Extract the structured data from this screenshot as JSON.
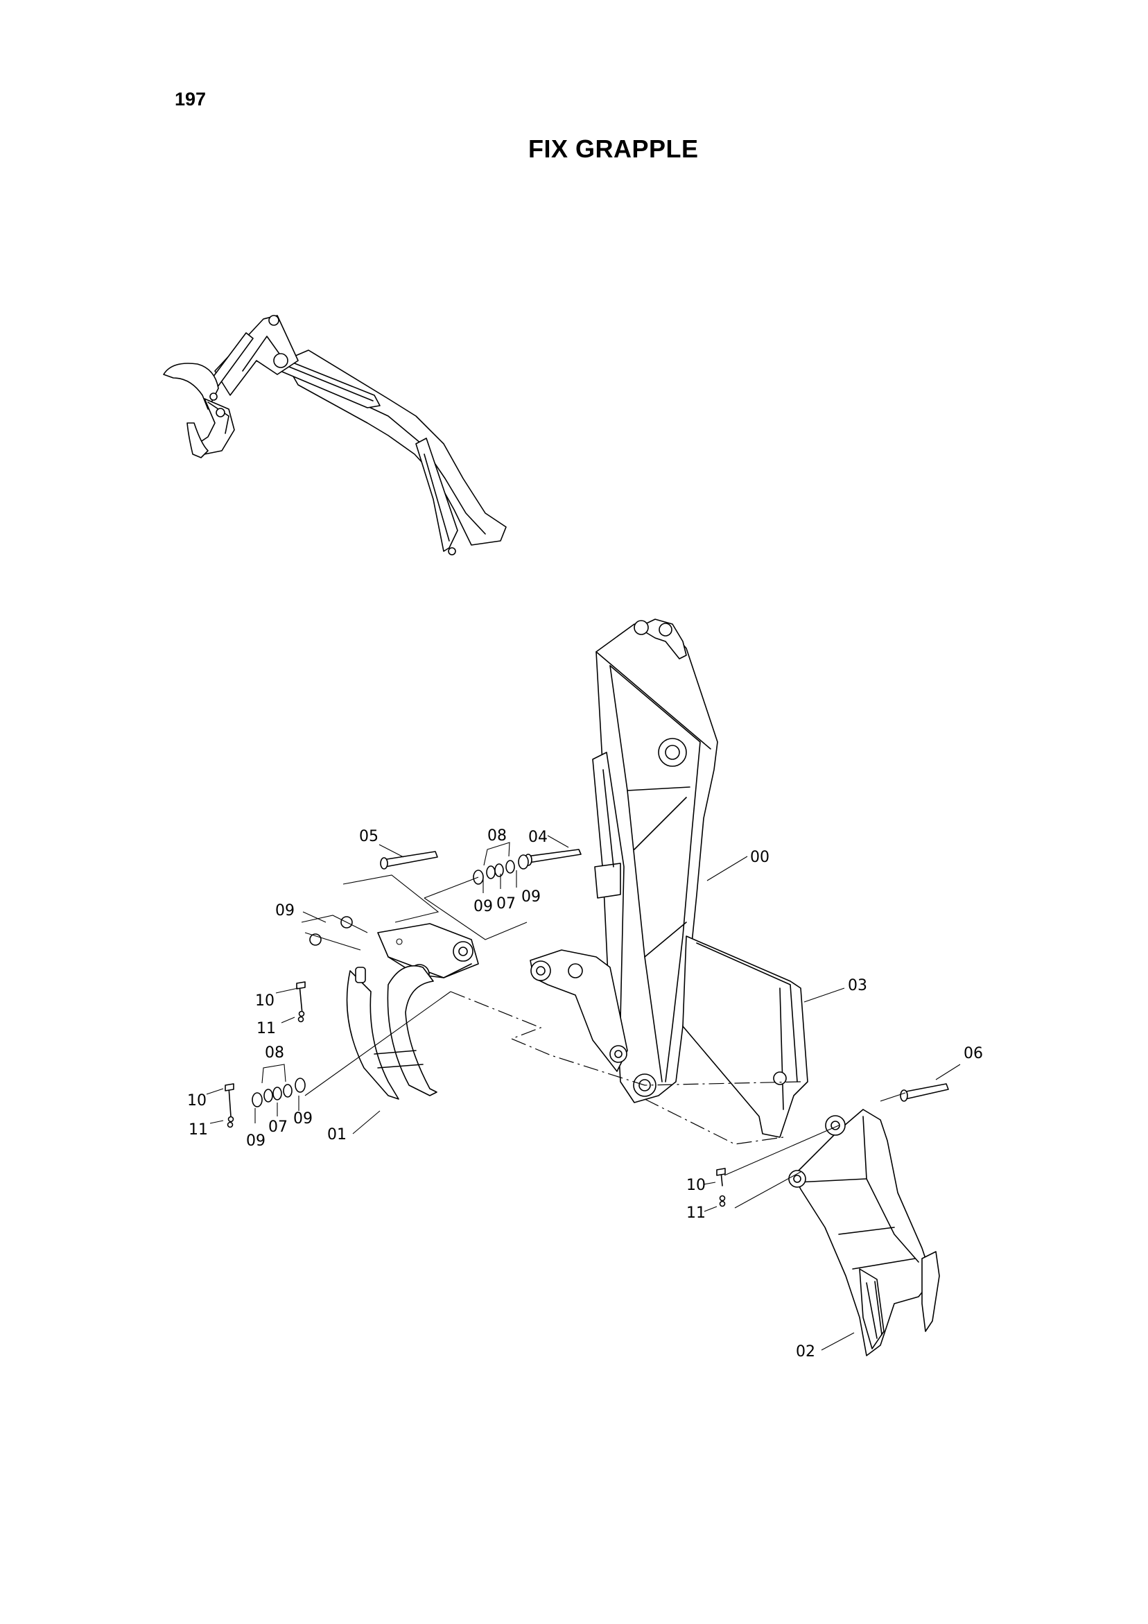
{
  "page_number": "197",
  "title": "FIX GRAPPLE",
  "callouts": {
    "c00": "00",
    "c01": "01",
    "c02": "02",
    "c03": "03",
    "c04": "04",
    "c05": "05",
    "c06": "06",
    "c07a": "07",
    "c07b": "07",
    "c08a": "08",
    "c08b": "08",
    "c09a": "09",
    "c09b": "09",
    "c09c": "09",
    "c09d": "09",
    "c09e": "09",
    "c10a": "10",
    "c10b": "10",
    "c10c": "10",
    "c11a": "11",
    "c11b": "11",
    "c11c": "11"
  }
}
